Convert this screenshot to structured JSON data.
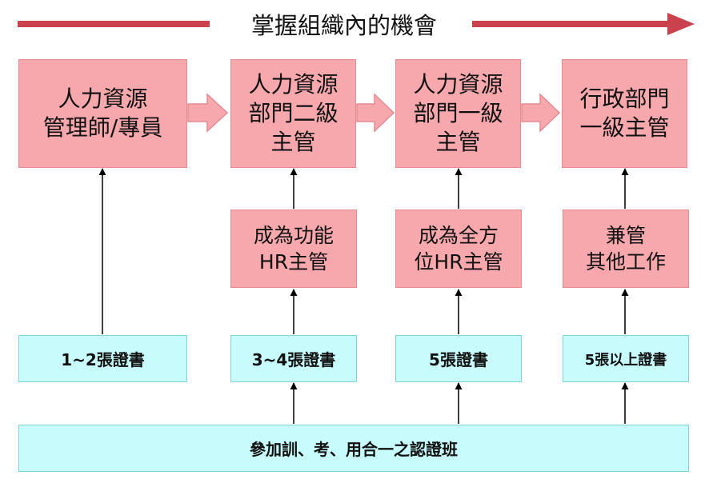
{
  "title": "掌握組織內的機會",
  "colors": {
    "banner_arrow": "#c9424e",
    "pink_fill": "#f7a8ad",
    "pink_border": "#e68a91",
    "cyan_fill": "#c8fbfb",
    "cyan_border": "#7fd4d4",
    "connector": "#000000"
  },
  "career_steps": [
    {
      "lines": [
        "人力資源",
        "管理師/專員"
      ]
    },
    {
      "lines": [
        "人力資源",
        "部門二級",
        "主管"
      ]
    },
    {
      "lines": [
        "人力資源",
        "部門一級",
        "主管"
      ]
    },
    {
      "lines": [
        "行政部門",
        "一級主管"
      ]
    }
  ],
  "milestones": [
    {
      "lines": [
        "成為功能",
        "HR主管"
      ]
    },
    {
      "lines": [
        "成為全方",
        "位HR主管"
      ]
    },
    {
      "lines": [
        "兼管",
        "其他工作"
      ]
    }
  ],
  "certificates": [
    {
      "label": "1~2張證書"
    },
    {
      "label": "3~4張證書"
    },
    {
      "label": "5張證書"
    },
    {
      "label": "5張以上證書"
    }
  ],
  "training_bar": {
    "label": "參加訓、考、用合一之認證班"
  }
}
